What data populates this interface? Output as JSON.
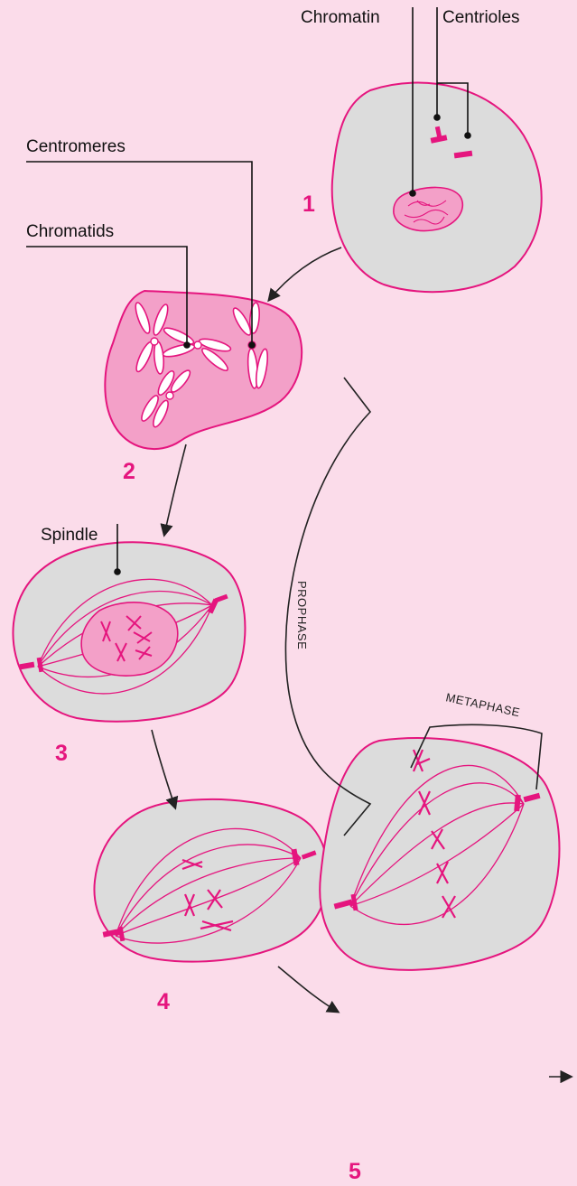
{
  "labels": {
    "chromatin": "Chromatin",
    "centrioles": "Centrioles",
    "centromeres": "Centromeres",
    "chromatids": "Chromatids",
    "spindle": "Spindle"
  },
  "stages": [
    "1",
    "2",
    "3",
    "4",
    "5"
  ],
  "phases": {
    "prophase": "PROPHASE",
    "metaphase": "METAPHASE"
  },
  "colors": {
    "background": "#fbdcea",
    "magenta": "#e5157e",
    "cell_fill": "#dcdcdc",
    "nucleus_fill": "#f3a0c8",
    "line": "#111111"
  }
}
